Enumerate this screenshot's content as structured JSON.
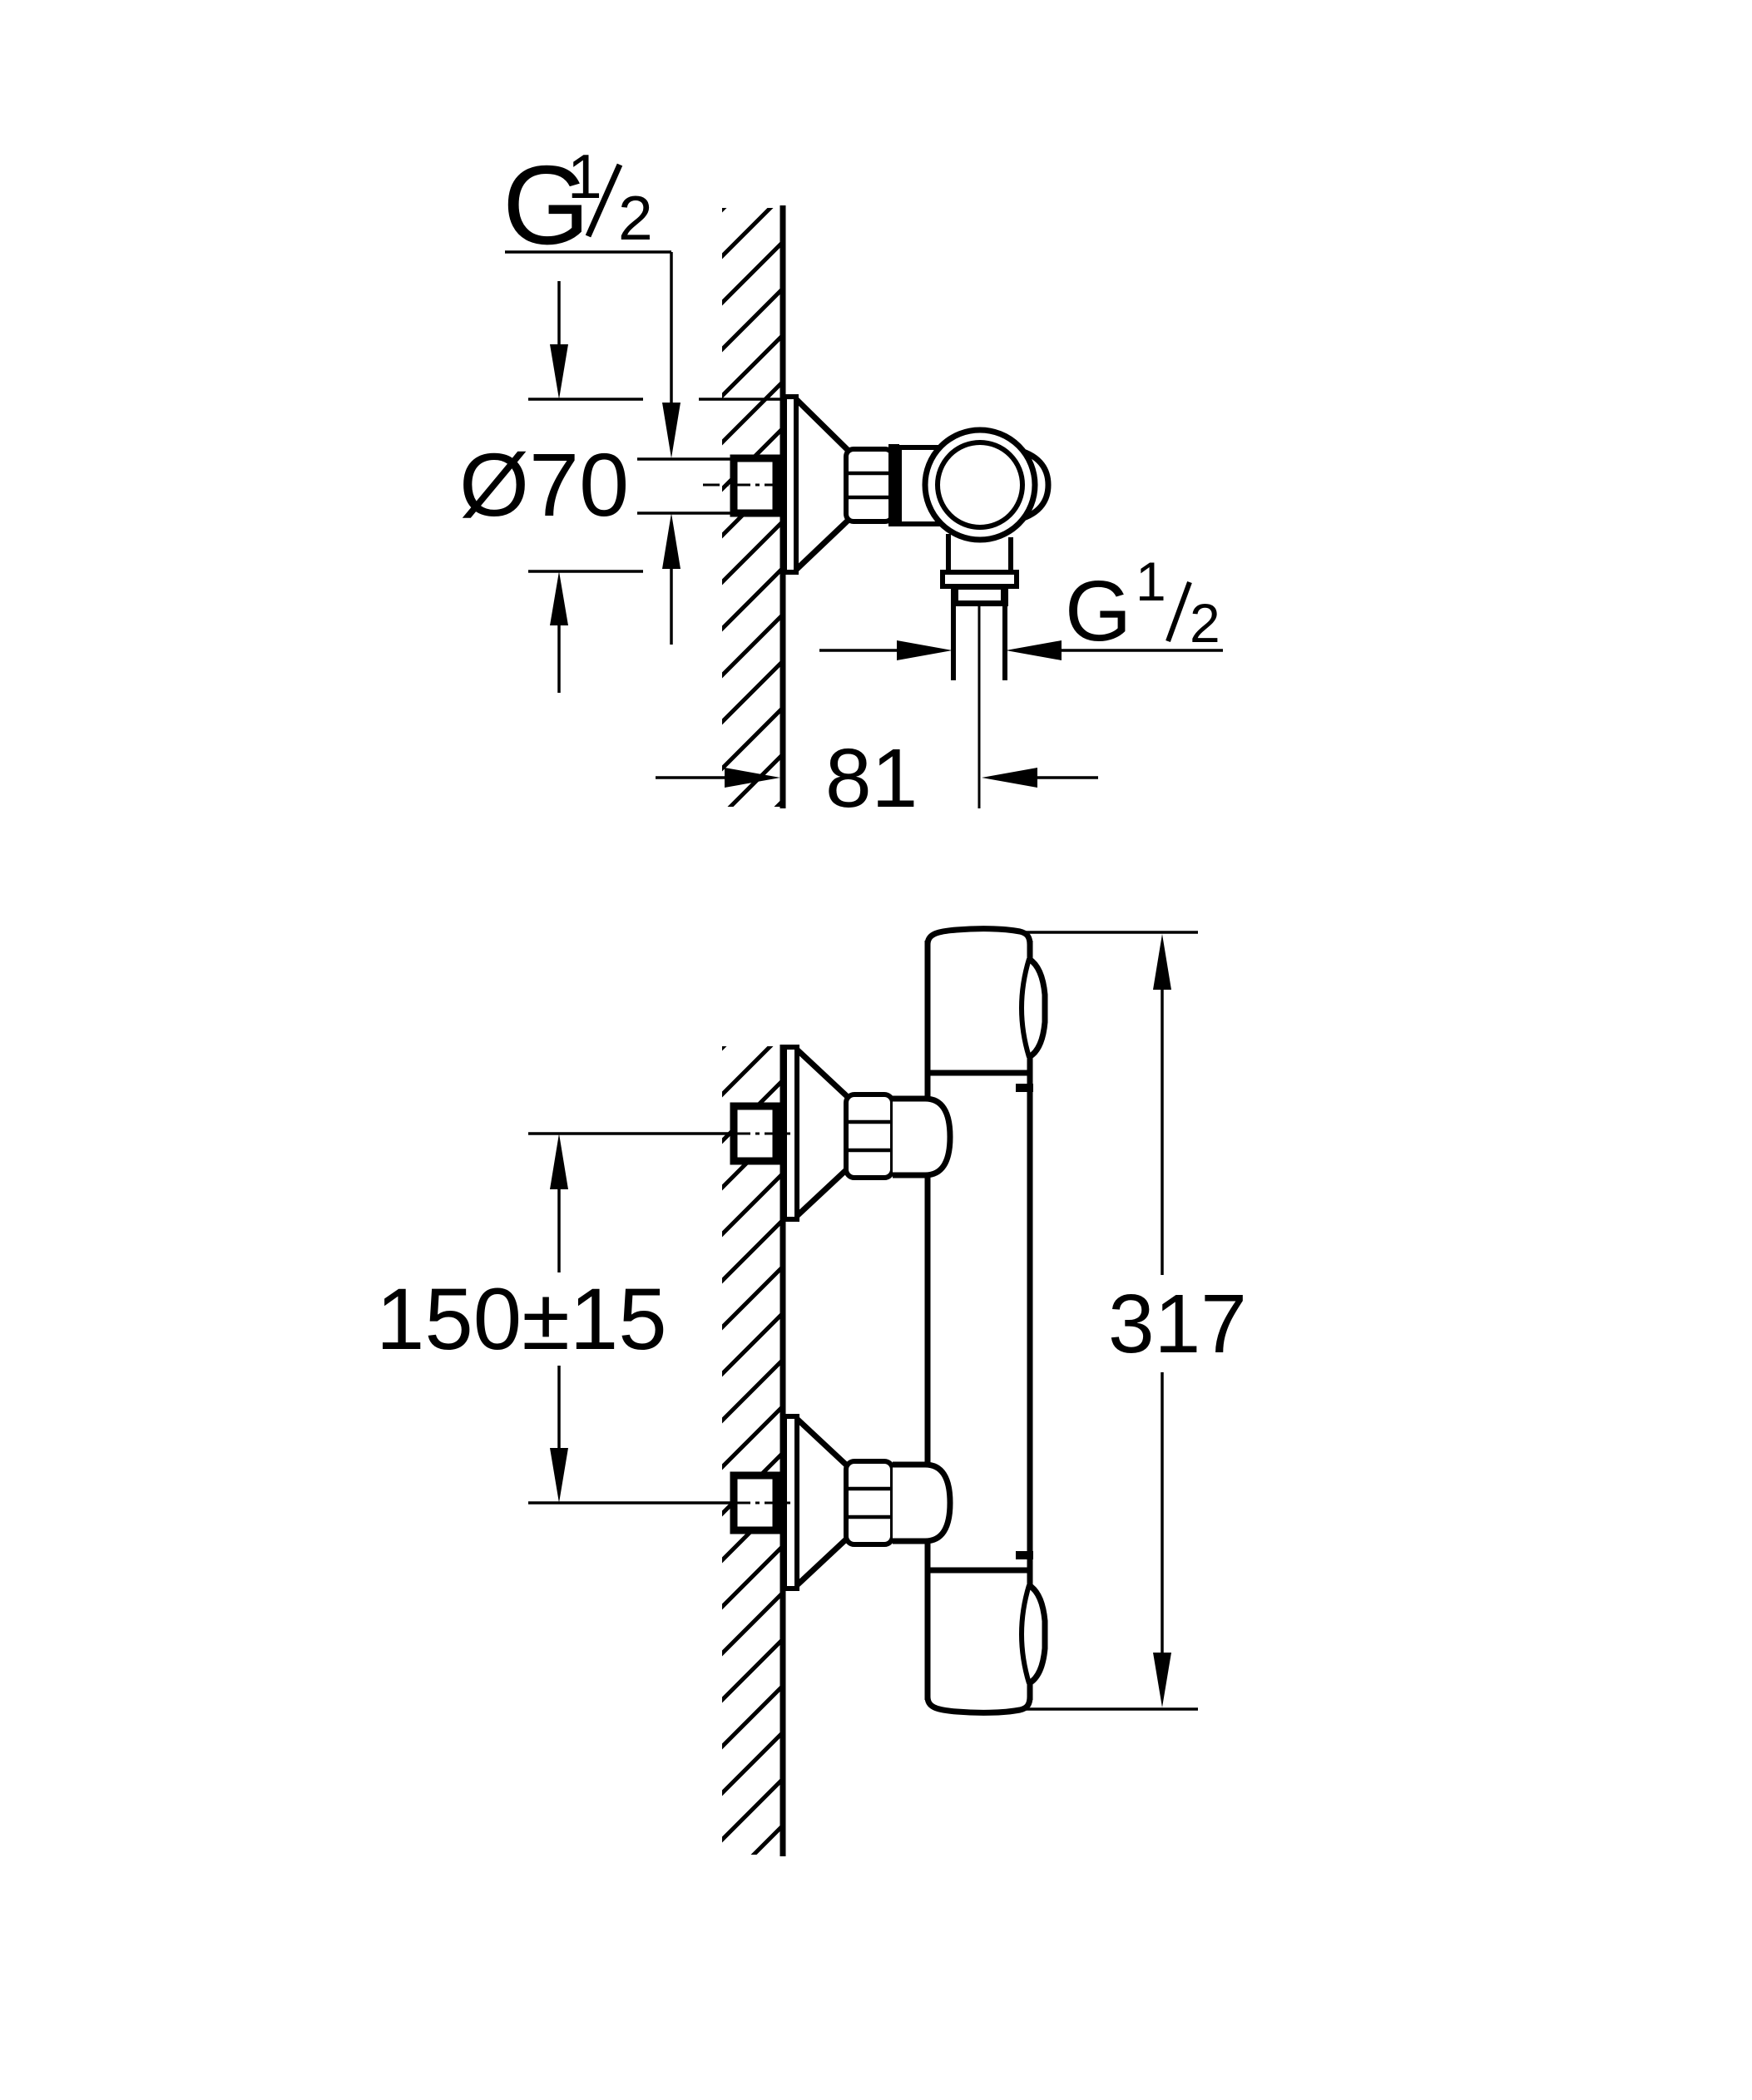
{
  "labels": {
    "top_thread": {
      "g": "G",
      "num": "1",
      "den": "2"
    },
    "escutcheon_diameter": "Ø70",
    "hose_offset": "81",
    "outlet_thread": {
      "g": "G",
      "num": "1",
      "den": "2"
    },
    "inlet_spacing": "150±15",
    "overall_height": "317"
  }
}
